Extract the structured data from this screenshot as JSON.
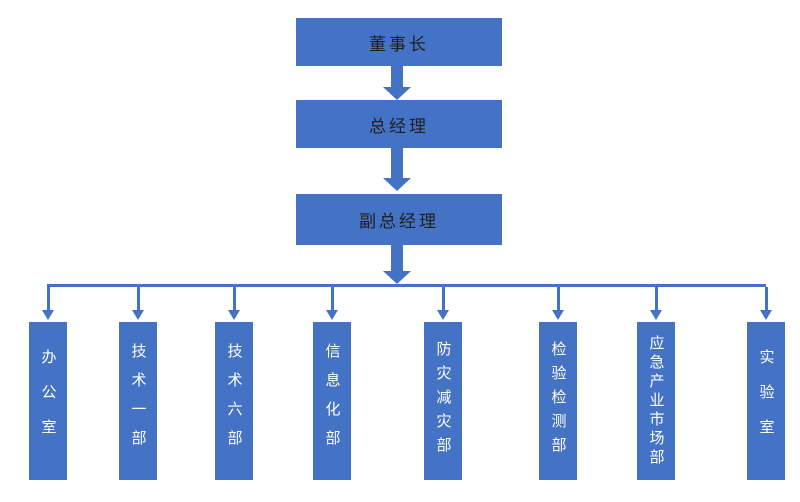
{
  "org_chart": {
    "type": "organization-chart",
    "colors": {
      "box_fill": "#4472C4",
      "top_text": "#1f1f1f",
      "dept_text": "#ffffff",
      "connector": "#4472C4",
      "background": "#ffffff"
    },
    "top_nodes": [
      {
        "label": "董事长"
      },
      {
        "label": "总经理"
      },
      {
        "label": "副总经理"
      }
    ],
    "departments": [
      {
        "label": "办公室"
      },
      {
        "label": "技术一部"
      },
      {
        "label": "技术六部"
      },
      {
        "label": "信息化部"
      },
      {
        "label": "防灾减灾部"
      },
      {
        "label": "检验检测部"
      },
      {
        "label": "应急产业市场部"
      },
      {
        "label": "实验室"
      }
    ],
    "edges": [
      {
        "from": "董事长",
        "to": "总经理"
      },
      {
        "from": "总经理",
        "to": "副总经理"
      },
      {
        "from": "副总经理",
        "to": "all-departments"
      }
    ]
  }
}
